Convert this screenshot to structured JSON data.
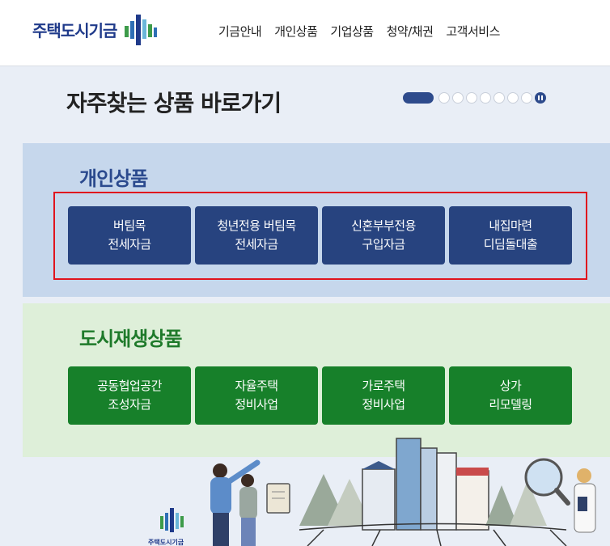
{
  "header": {
    "logo_text": "주택도시기금",
    "nav": [
      "기금안내",
      "개인상품",
      "기업상품",
      "청약/채권",
      "고객서비스"
    ]
  },
  "quick": {
    "title": "자주찾는 상품 바로가기",
    "pager": {
      "total_dots": 8,
      "active_index": 0
    }
  },
  "personal": {
    "heading": "개인상품",
    "buttons": [
      {
        "line1": "버팀목",
        "line2": "전세자금"
      },
      {
        "line1": "청년전용 버팀목",
        "line2": "전세자금"
      },
      {
        "line1": "신혼부부전용",
        "line2": "구입자금"
      },
      {
        "line1": "내집마련",
        "line2": "디딤돌대출"
      }
    ]
  },
  "urban": {
    "heading": "도시재생상품",
    "buttons": [
      {
        "line1": "공동협업공간",
        "line2": "조성자금"
      },
      {
        "line1": "자율주택",
        "line2": "정비사업"
      },
      {
        "line1": "가로주택",
        "line2": "정비사업"
      },
      {
        "line1": "상가",
        "line2": "리모델링"
      }
    ]
  },
  "illustration": {
    "small_logo_text": "주택도시기금"
  },
  "colors": {
    "brand_blue": "#27437f",
    "brand_green": "#17802a",
    "highlight_red": "#e0141e"
  }
}
